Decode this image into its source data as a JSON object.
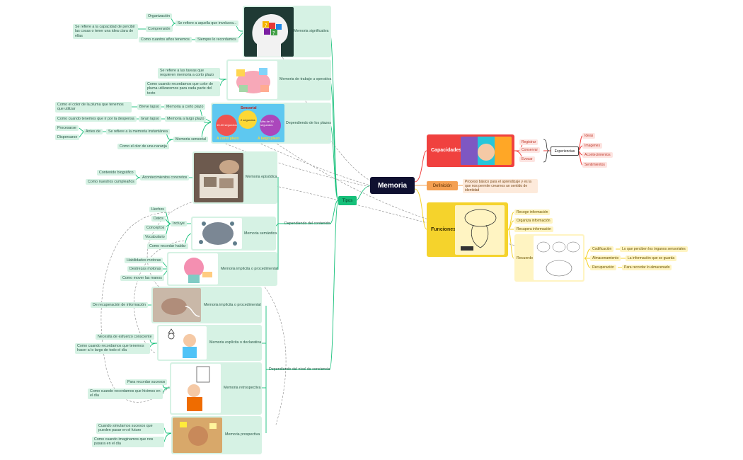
{
  "root": {
    "label": "Memoria"
  },
  "tipos": {
    "label": "Tipos"
  },
  "left": {
    "significativa": {
      "title": "Memoria significativa",
      "refiere": "Se refiere a aquella que involucra...",
      "organizacion": "Organización",
      "comprension": "Comprensión",
      "percibir": "Se refiere a la capacidad de percibir las cosas o tener una idea clara de ellas",
      "siempre": "Siempre lo recordamos",
      "cuantos": "Como cuantos años tenemos"
    },
    "trabajo": {
      "title": "Memoria de trabajo u operativa",
      "tareas": "Se refiere a las tareas que requieren memoria a corto plazo",
      "color": "Como cuando recordamos que color de pluma utilizaremos para cada parte del texto"
    },
    "plazos": {
      "title": "Dependiendo de los plazos",
      "corto": "Memoria a corto plazo",
      "breve": "Breve lapso",
      "pluma": "Como el color de la pluma que tenemos que utilizar",
      "largo": "Memoria a largo plazo",
      "gran": "Gran lapso",
      "compra": "Como cuando tenemos que ir por la despensa",
      "sensorial": "Memoria sensorial",
      "instantanea": "Se refiere a la memoria instantánea",
      "antes": "Antes de",
      "procesarse": "Procesarse",
      "dispersarse": "Dispersarse",
      "olor": "Como el olor de una naranja",
      "img_sensorial": "Sensorial",
      "img_corto": "A corto plazo",
      "img_corto_t": "10-30 segundos",
      "img_sens_t": "2 segundos",
      "img_largo": "A largo plazo",
      "img_largo_t": "Más de 30 segundos"
    },
    "contenido": {
      "title": "Dependiendo del contenido",
      "episodica": "Memoria episódica",
      "acontecimientos": "Acontecimientos concretos",
      "biografico": "Contenido biográfico",
      "cumpleanos": "Como nuestros cumpleaños",
      "semantica": "Memoria semántica",
      "incluye": "Incluye",
      "hechos": "Hechos",
      "datos": "Datos",
      "conceptos": "Conceptos",
      "vocabulario": "Vocabulario",
      "hablar": "Como recordar hablar",
      "implicita": "Memoria implícita o procedimental",
      "habilidades": "Habilidades motoras",
      "destrezas": "Destrezas motoras",
      "manos": "Como mover las manos"
    },
    "conciencia": {
      "title": "Dependiendo del nivel de conciencia",
      "implicita": "Memoria implícita o procedimental",
      "recuperacion": "De recuperación de información",
      "explicita": "Memoria explícita o declarativa",
      "esfuerzo": "Necesita de esfuerzo consciente",
      "vida": "Como cuando recordamos que tenemos hacer a lo largo de todo el día",
      "retrospectiva": "Memoria retrospectiva",
      "sucesos": "Para recordar sucesos",
      "dia": "Como cuando recordamos que hicimos en el día",
      "prospectiva": "Memoria prospectiva",
      "simulamos": "Cuando simulamos sucesos que pueden pasar en el futuro",
      "imaginamos": "Como cuando imaginamos que nos pasara en el día"
    }
  },
  "right": {
    "capacidades": {
      "title": "Capacidades",
      "items": [
        "Registrar",
        "Conservar",
        "Evocar"
      ],
      "experiencias": "Experiencias",
      "exp_items": [
        "Ideas",
        "Imagenes",
        "Acontecimientos",
        "Sentimientos"
      ]
    },
    "definicion": {
      "title": "Definición",
      "text": "Proceso básico para el aprendizaje y es la que nos permite crearnos un sentido de identidad"
    },
    "funciones": {
      "title": "Funciones",
      "items": [
        "Recoge información",
        "Organiza información",
        "Recupera información"
      ],
      "recuerdo": "Recuerdo",
      "codificacion": "Codificación",
      "cod_desc": "Lo que perciben los órganos sensoriales",
      "almacenamiento": "Almacenamiento",
      "alm_desc": "La información que se guarda",
      "recuperacion": "Recuperación",
      "rec_desc": "Para recordar lo almacenado"
    }
  },
  "colors": {
    "green": "#16c07a",
    "red": "#f0413f",
    "orange": "#f4a052",
    "yellow": "#f5d32c",
    "dark": "#0f1030"
  }
}
